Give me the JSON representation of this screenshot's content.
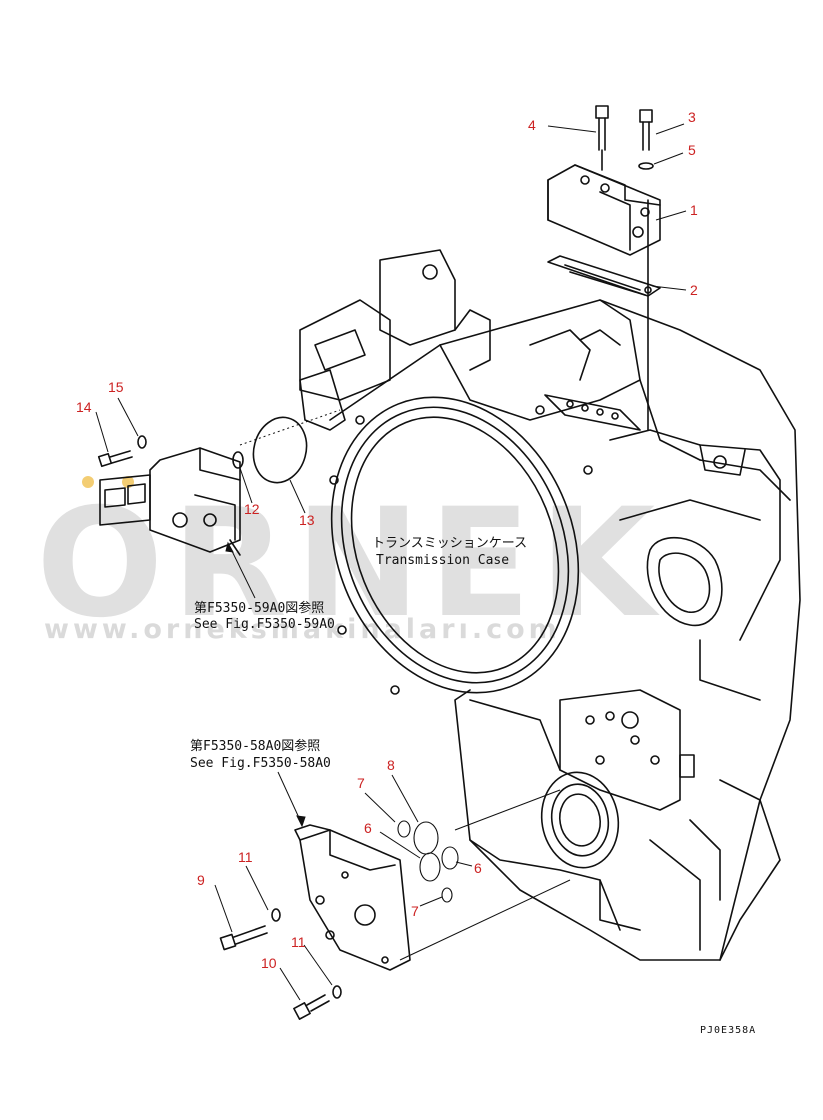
{
  "watermark": {
    "brand": "ORNEK",
    "url": "www.orneksmakinaları.com"
  },
  "callouts": {
    "c1": "1",
    "c2": "2",
    "c3": "3",
    "c4": "4",
    "c5": "5",
    "c6a": "6",
    "c6b": "6",
    "c7a": "7",
    "c7b": "7",
    "c8": "8",
    "c9": "9",
    "c10": "10",
    "c11a": "11",
    "c11b": "11",
    "c12": "12",
    "c13": "13",
    "c14": "14",
    "c15": "15"
  },
  "labels": {
    "case_jp": "トランスミッションケース",
    "case_en": "Transmission Case",
    "ref1_jp": "第F5350-59A0図参照",
    "ref1_en": "See Fig.F5350-59A0",
    "ref2_jp": "第F5350-58A0図参照",
    "ref2_en": "See Fig.F5350-58A0",
    "drawing_code": "PJ0E358A"
  },
  "colors": {
    "callout": "#cc2222",
    "line": "#111111",
    "watermark": "#d6d6d6"
  }
}
